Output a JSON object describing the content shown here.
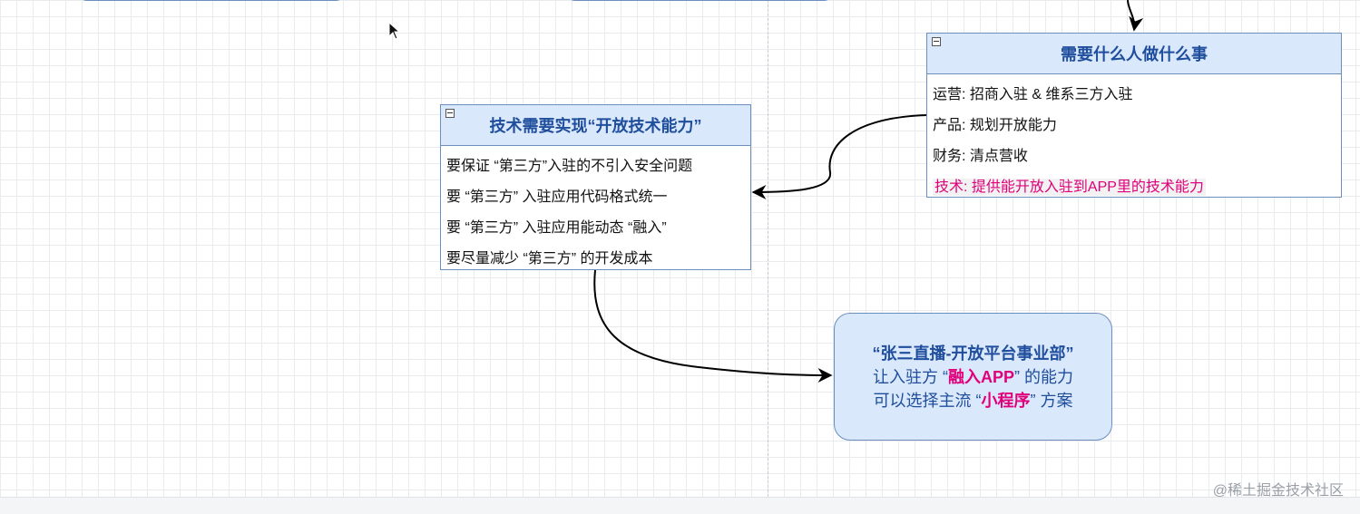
{
  "colors": {
    "box_fill": "#dae8fc",
    "box_stroke": "#6c8ebf",
    "title_text": "#1f4e9c",
    "highlight_text": "#e0007a"
  },
  "box_top_right": {
    "title": "需要什么人做什么事",
    "rows": [
      {
        "text": "运营: 招商入驻 & 维系三方入驻"
      },
      {
        "text": "产品: 规划开放能力"
      },
      {
        "text": "财务: 清点营收"
      },
      {
        "text": "技术: 提供能开放入驻到APP里的技术能力",
        "highlight": true
      }
    ]
  },
  "box_center": {
    "title": "技术需要实现“开放技术能力”",
    "rows": [
      {
        "text": "要保证 “第三方”入驻的不引入安全问题"
      },
      {
        "text": "要 “第三方” 入驻应用代码格式统一"
      },
      {
        "text": "要 “第三方” 入驻应用能动态 “融入”"
      },
      {
        "text": "要尽量减少 “第三方” 的开发成本"
      }
    ]
  },
  "note": {
    "line1": "“张三直播-开放平台事业部”",
    "line2_prefix": "让入驻方 “",
    "line2_highlight": "融入APP",
    "line2_suffix": "” 的能力",
    "line3_prefix": "可以选择主流 “",
    "line3_highlight": "小程序",
    "line3_suffix": "” 方案"
  },
  "watermark": "@稀土掘金技术社区"
}
